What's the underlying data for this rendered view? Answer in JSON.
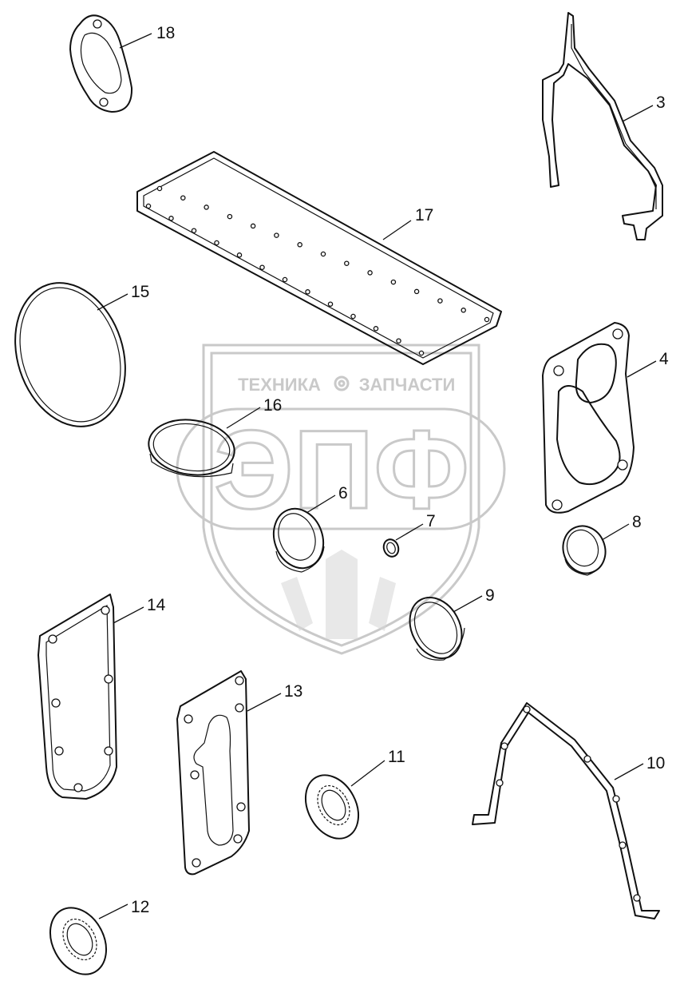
{
  "watermark": {
    "top_text_left": "ТЕХНИКА",
    "top_text_right": "ЗАПЧАСТИ",
    "brand": "ЭПФ"
  },
  "callouts": {
    "c3": "3",
    "c4": "4",
    "c6": "6",
    "c7": "7",
    "c8": "8",
    "c9": "9",
    "c10": "10",
    "c11": "11",
    "c12": "12",
    "c13": "13",
    "c14": "14",
    "c15": "15",
    "c16": "16",
    "c17": "17",
    "c18": "18"
  },
  "colors": {
    "line": "#111111",
    "watermark": "#c9c9c9"
  }
}
